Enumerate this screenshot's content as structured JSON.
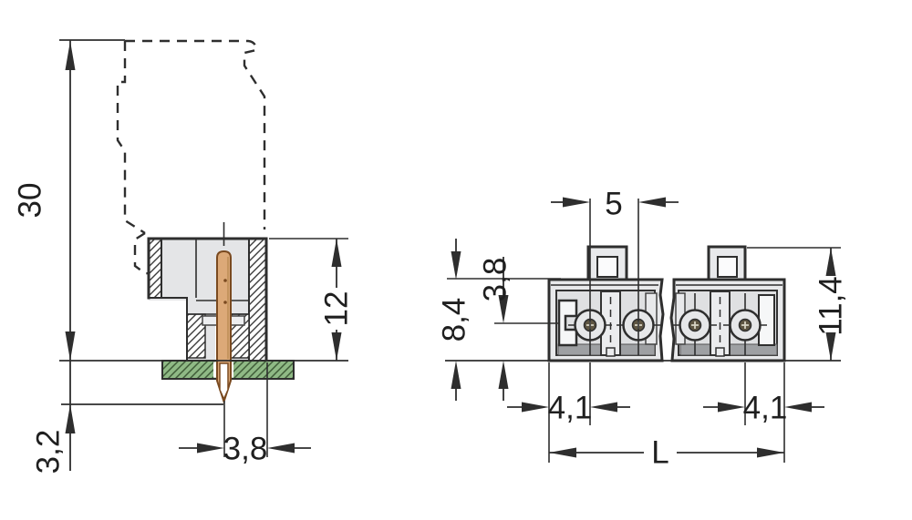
{
  "drawing": {
    "left_view": {
      "total_height": "30",
      "body_height": "12",
      "pin_length_below_board": "3,2",
      "pin_to_edge": "3,8"
    },
    "right_view": {
      "pin_pitch": "5",
      "body_height": "8,4",
      "pin_center_height": "3,8",
      "total_height": "11,4",
      "first_pin_offset": "4,1",
      "last_pin_offset": "4,1",
      "total_length": "L"
    },
    "colors": {
      "line": "#2e2e2e",
      "body_gray": "#e8e9eb",
      "recess_gray": "#dfe0e2",
      "scallop_gray": "#9ea0a3",
      "pin_copper": "#dca978",
      "pin_copper_dark": "#7a4a20",
      "pcb_green": "#8fb985"
    }
  }
}
